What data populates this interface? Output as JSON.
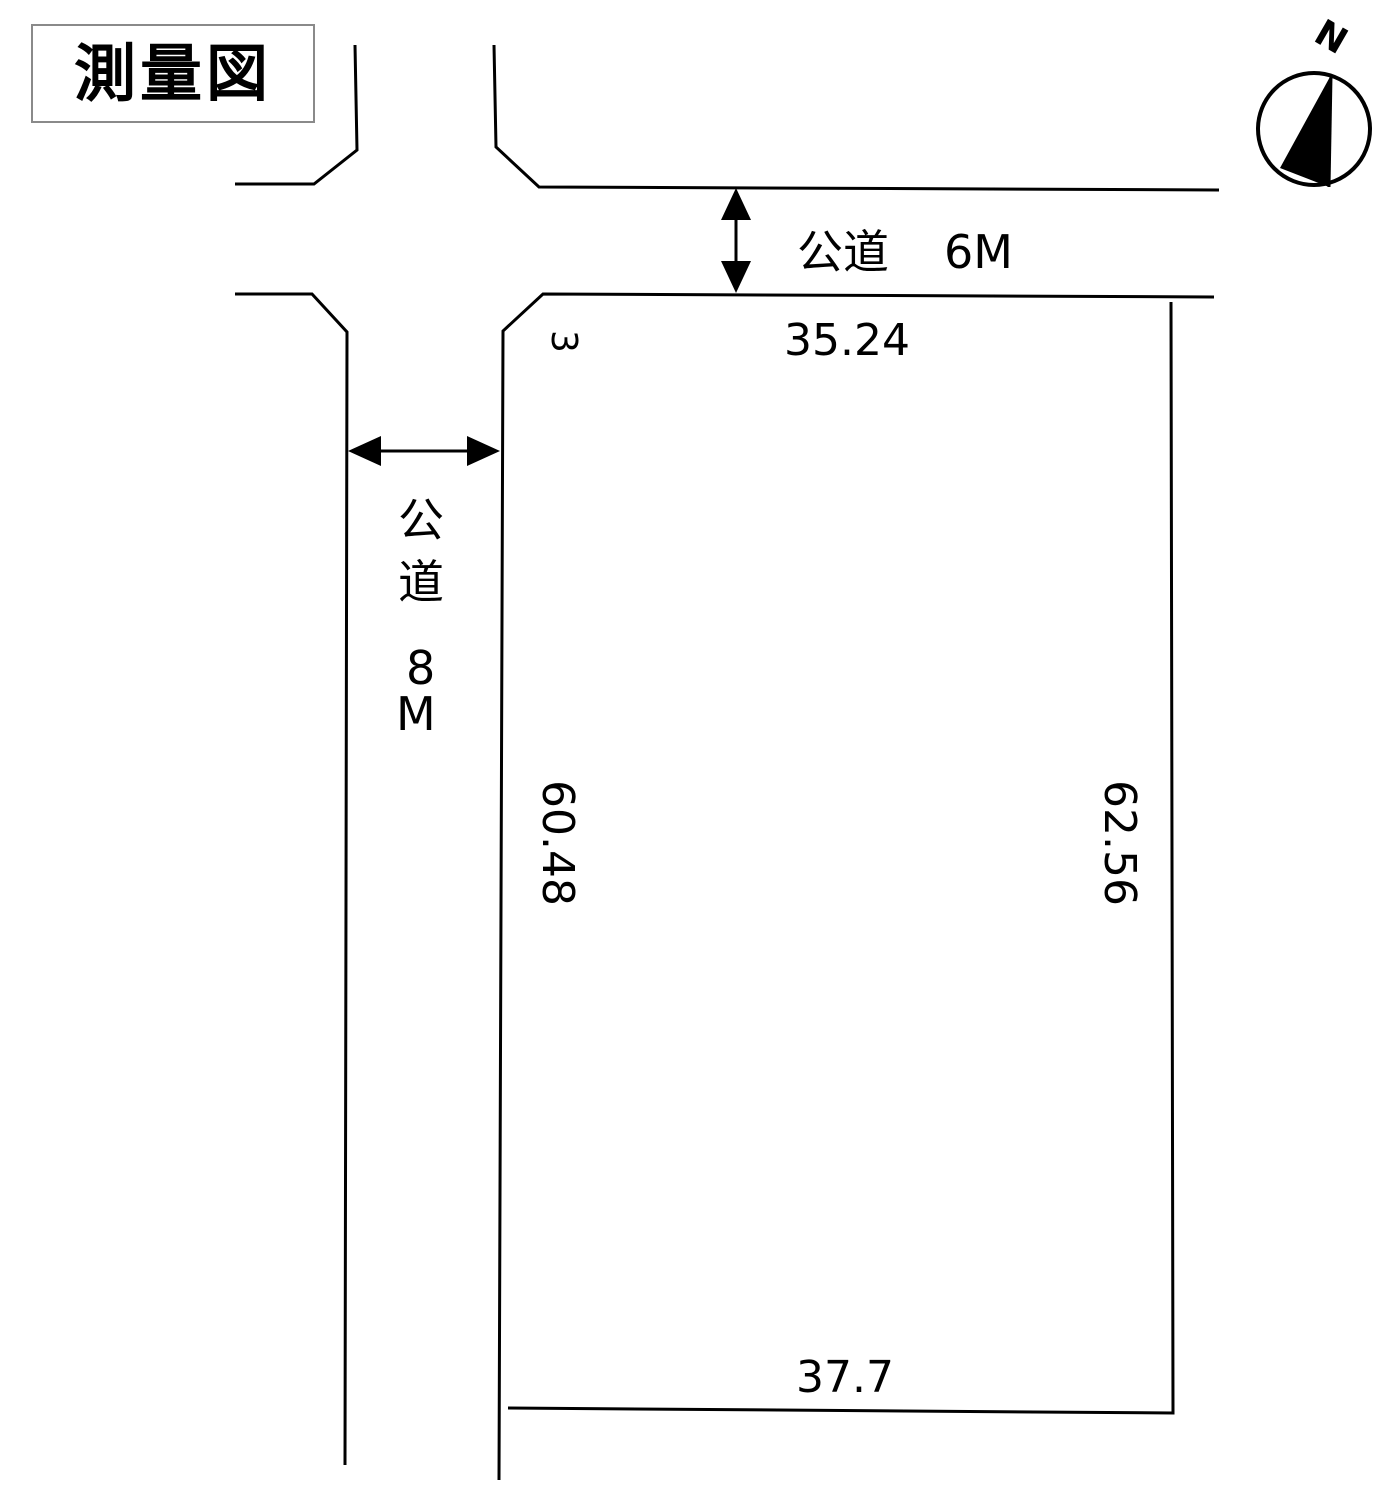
{
  "title": "測量図",
  "roads": {
    "north": {
      "label": "公道",
      "width": "6M"
    },
    "west": {
      "label_chars": [
        "公",
        "道"
      ],
      "width_chars": [
        "8",
        "M"
      ]
    }
  },
  "lot": {
    "corner_cut": "3",
    "north_side": "35.24",
    "west_side": "60.48",
    "east_side": "62.56",
    "south_side": "37.7"
  },
  "compass": {
    "direction_letter": "N",
    "icon": "north-arrow-icon"
  },
  "colors": {
    "line": "#000000",
    "title_border": "#8a8a8a",
    "background": "#ffffff"
  }
}
